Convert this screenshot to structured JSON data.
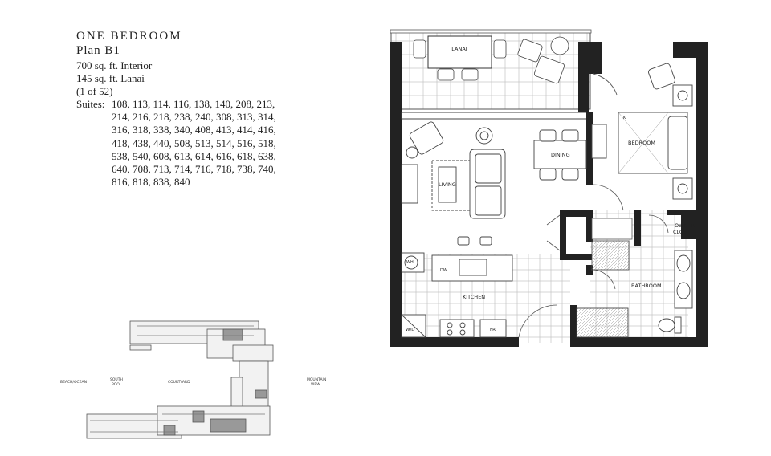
{
  "heading": {
    "title": "ONE BEDROOM",
    "plan": "Plan B1",
    "interior": "700 sq. ft. Interior",
    "lanai": "145 sq. ft. Lanai",
    "count": "(1 of 52)",
    "suites_label": "Suites:",
    "suites": "108, 113, 114, 116, 138, 140, 208, 213, 214, 216, 218, 238, 240, 308, 313, 314, 316, 318, 338, 340, 408, 413, 414, 416, 418, 438, 440, 508, 513, 514, 516, 518, 538, 540, 608, 613, 614, 616, 618, 638, 640, 708, 713, 714, 716, 718, 738, 740, 816, 818, 838, 840"
  },
  "rooms": {
    "lanai": "LANAI",
    "bedroom": "BEDROOM",
    "dining": "DINING",
    "living": "LIVING",
    "kitchen": "KITCHEN",
    "bathroom": "BATHROOM",
    "owner_closet_1": "OWNER",
    "owner_closet_2": "CLOSET",
    "wh": "WH",
    "dw": "DW",
    "wd": "W/D",
    "fr": "FR",
    "k": "K"
  },
  "site": {
    "beach": "BEACH/OCEAN",
    "south_pool_1": "SOUTH",
    "south_pool_2": "POOL",
    "courtyard": "COURTYARD",
    "mountain_1": "MOUNTAIN",
    "mountain_2": "VIEW"
  }
}
